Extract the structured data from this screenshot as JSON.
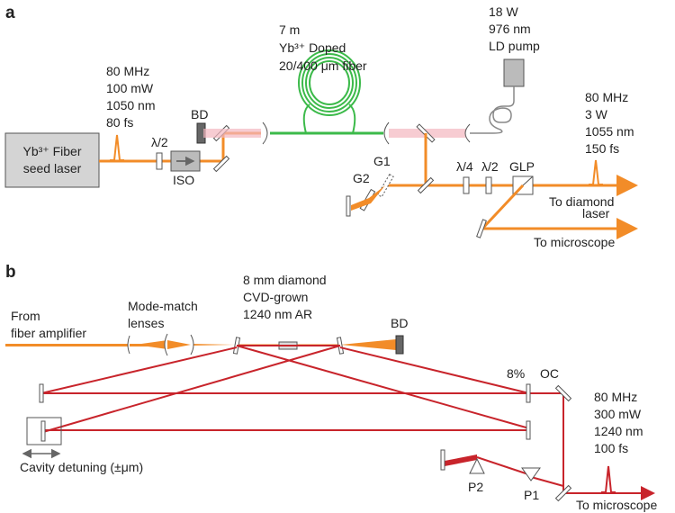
{
  "panel_a": {
    "letter": "a",
    "seed_laser": [
      "Yb³⁺ Fiber",
      "seed laser"
    ],
    "seed_params": [
      "80 MHz",
      "100 mW",
      "1050 nm",
      "80 fs"
    ],
    "half_wave": "λ/2",
    "isolator": "ISO",
    "beam_dump": "BD",
    "fiber": [
      "7 m",
      "Yb³⁺ Doped",
      "20/400 μm fiber"
    ],
    "pump": [
      "18 W",
      "976 nm",
      "LD pump"
    ],
    "amp_params": [
      "80 MHz",
      "3 W",
      "1055 nm",
      "150 fs"
    ],
    "grating1": "G1",
    "grating2": "G2",
    "quarter_wave": "λ/4",
    "half_wave_2": "λ/2",
    "polarizer": "GLP",
    "to_diamond": [
      "To diamond",
      "laser"
    ],
    "to_microscope": "To microscope"
  },
  "panel_b": {
    "letter": "b",
    "input": [
      "From",
      "fiber amplifier"
    ],
    "lenses": [
      "Mode-match",
      "lenses"
    ],
    "crystal": [
      "8 mm diamond",
      "CVD-grown",
      "1240 nm AR"
    ],
    "beam_dump": "BD",
    "output_coupler_pct": "8%",
    "output_coupler": "OC",
    "output_params": [
      "80 MHz",
      "300 mW",
      "1240 nm",
      "100 fs"
    ],
    "detuning": "Cavity detuning (±μm)",
    "prism1": "P1",
    "prism2": "P2",
    "to_microscope": "To microscope"
  },
  "colors": {
    "pump_beam": "#f28c28",
    "raman_beam": "#c8242b",
    "fiber": "#3cba4a",
    "pump_light": "#f4b6bf",
    "component": "#cfcfcf"
  }
}
